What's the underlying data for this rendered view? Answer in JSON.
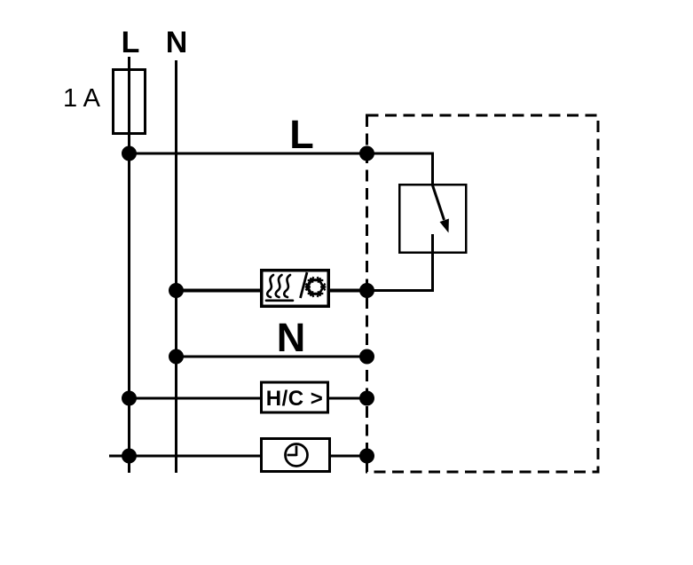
{
  "diagram": {
    "type": "electrical-wiring-schematic",
    "colors": {
      "line": "#000000",
      "background": "#ffffff"
    },
    "labels": {
      "supply_live": "L",
      "supply_neutral": "N",
      "fuse_rating": "1 A",
      "wire_live": "L",
      "wire_neutral": "N",
      "hc_output": "H/C >"
    },
    "icons": {
      "heating": "heating-waves-icon",
      "cooling": "snowflake-icon",
      "timer": "clock-icon",
      "switch": "switch-arrow-icon",
      "fuse": "fuse-symbol"
    }
  }
}
